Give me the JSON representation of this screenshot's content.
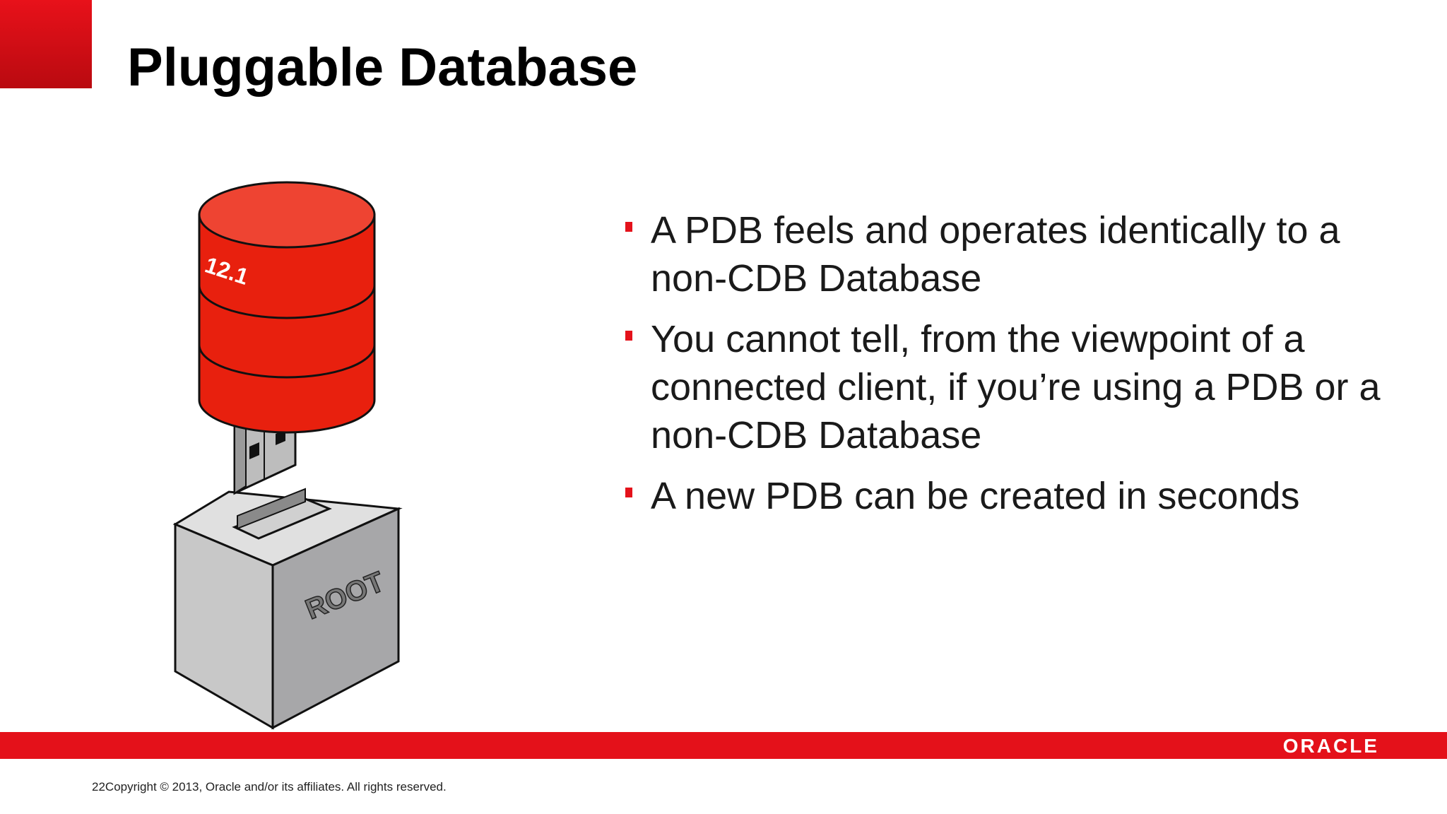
{
  "slide": {
    "title": "Pluggable Database",
    "bullets": [
      "A PDB feels and operates identically to a non-CDB Database",
      "You cannot tell, from the viewpoint of a connected client, if you’re using a PDB or a non-CDB Database",
      "A new PDB can be created in seconds"
    ]
  },
  "illustration": {
    "db_version_label": "12.1",
    "root_label": "ROOT"
  },
  "footer": {
    "page_number": "22",
    "copyright": "Copyright © 2013, Oracle and/or its affiliates. All rights reserved."
  },
  "brand": {
    "logo_text": "ORACLE",
    "accent_color": "#e4111a"
  }
}
